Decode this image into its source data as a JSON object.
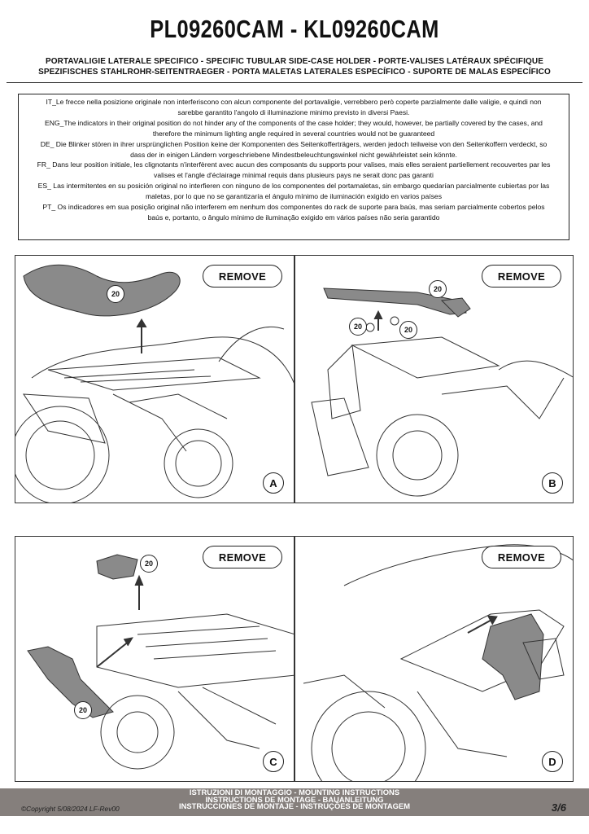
{
  "header": {
    "title": "PL09260CAM - KL09260CAM",
    "subtitle_line1": "PORTAVALIGIE LATERALE SPECIFICO  -  SPECIFIC TUBULAR SIDE-CASE HOLDER  - PORTE-VALISES LATÉRAUX SPÉCIFIQUE",
    "subtitle_line2": "SPEZIFISCHES STAHLROHR-SEITENTRAEGER - PORTA MALETAS LATERALES ESPECÍFICO - SUPORTE DE MALAS ESPECÍFICO"
  },
  "notice": {
    "it_1": "IT_Le frecce nella posizione originale non interferiscono con alcun componente del portavaligie, verrebbero però coperte parzialmente dalle valigie, e quindi non",
    "it_2": "sarebbe garantito l'angolo di illuminazione minimo previsto in diversi Paesi.",
    "eng_1": "ENG_The indicators in their original position do not hinder any of the components of the case holder; they would, however, be partially covered by the cases, and",
    "eng_2": "therefore the minimum lighting angle required in several countries would not be guaranteed",
    "de_1": "DE_ Die Blinker stören in ihrer ursprünglichen Position keine der Komponenten des Seitenkofferträgers, werden jedoch teilweise von den Seitenkoffern verdeckt, so",
    "de_2": "dass der in einigen Ländern vorgeschriebene Mindestbeleuchtungswinkel nicht gewährleistet sein könnte.",
    "fr_1": "FR_ Dans leur position initiale, les clignotants n'interfèrent avec aucun des composants du supports pour valises, mais elles seraient partiellement recouvertes par les",
    "fr_2": "valises et l'angle d'éclairage minimal requis dans plusieurs pays ne serait donc pas garanti",
    "es_1": "ES_ Las intermitentes en su posición original no interfieren con ninguno de los componentes del portamaletas, sin embargo quedarían parcialmente cubiertas por las",
    "es_2": "maletas, por lo que no se garantizaría el ángulo mínimo de iluminación exigido en varios países",
    "pt_1": "PT_ Os indicadores em sua posição original não interferem em nenhum dos componentes do rack de suporte para baús, mas seriam parcialmente cobertos pelos",
    "pt_2": "baús e, portanto, o ângulo mínimo de iluminação exigido em vários países não seria garantido"
  },
  "panels": {
    "a": {
      "remove_label": "REMOVE",
      "step": "A",
      "part": "20"
    },
    "b": {
      "remove_label": "REMOVE",
      "step": "B",
      "part": "20"
    },
    "c": {
      "remove_label": "REMOVE",
      "step": "C",
      "part": "20"
    },
    "d": {
      "remove_label": "REMOVE",
      "step": "D"
    }
  },
  "footer": {
    "line1": "ISTRUZIONI DI MONTAGGIO  -  MOUNTING INSTRUCTIONS",
    "line2": "INSTRUCTIONS DE MONTAGE - BAUANLEITUNG",
    "line3": "INSTRUCCIONES DE MONTAJE - INSTRUÇÕES DE MONTAGEM",
    "copyright": "©Copyright 5/08/2024 LF-Rev00",
    "page": "3/6"
  },
  "colors": {
    "footer_bg": "#857f7c",
    "highlight_part": "#8a8a8a"
  }
}
